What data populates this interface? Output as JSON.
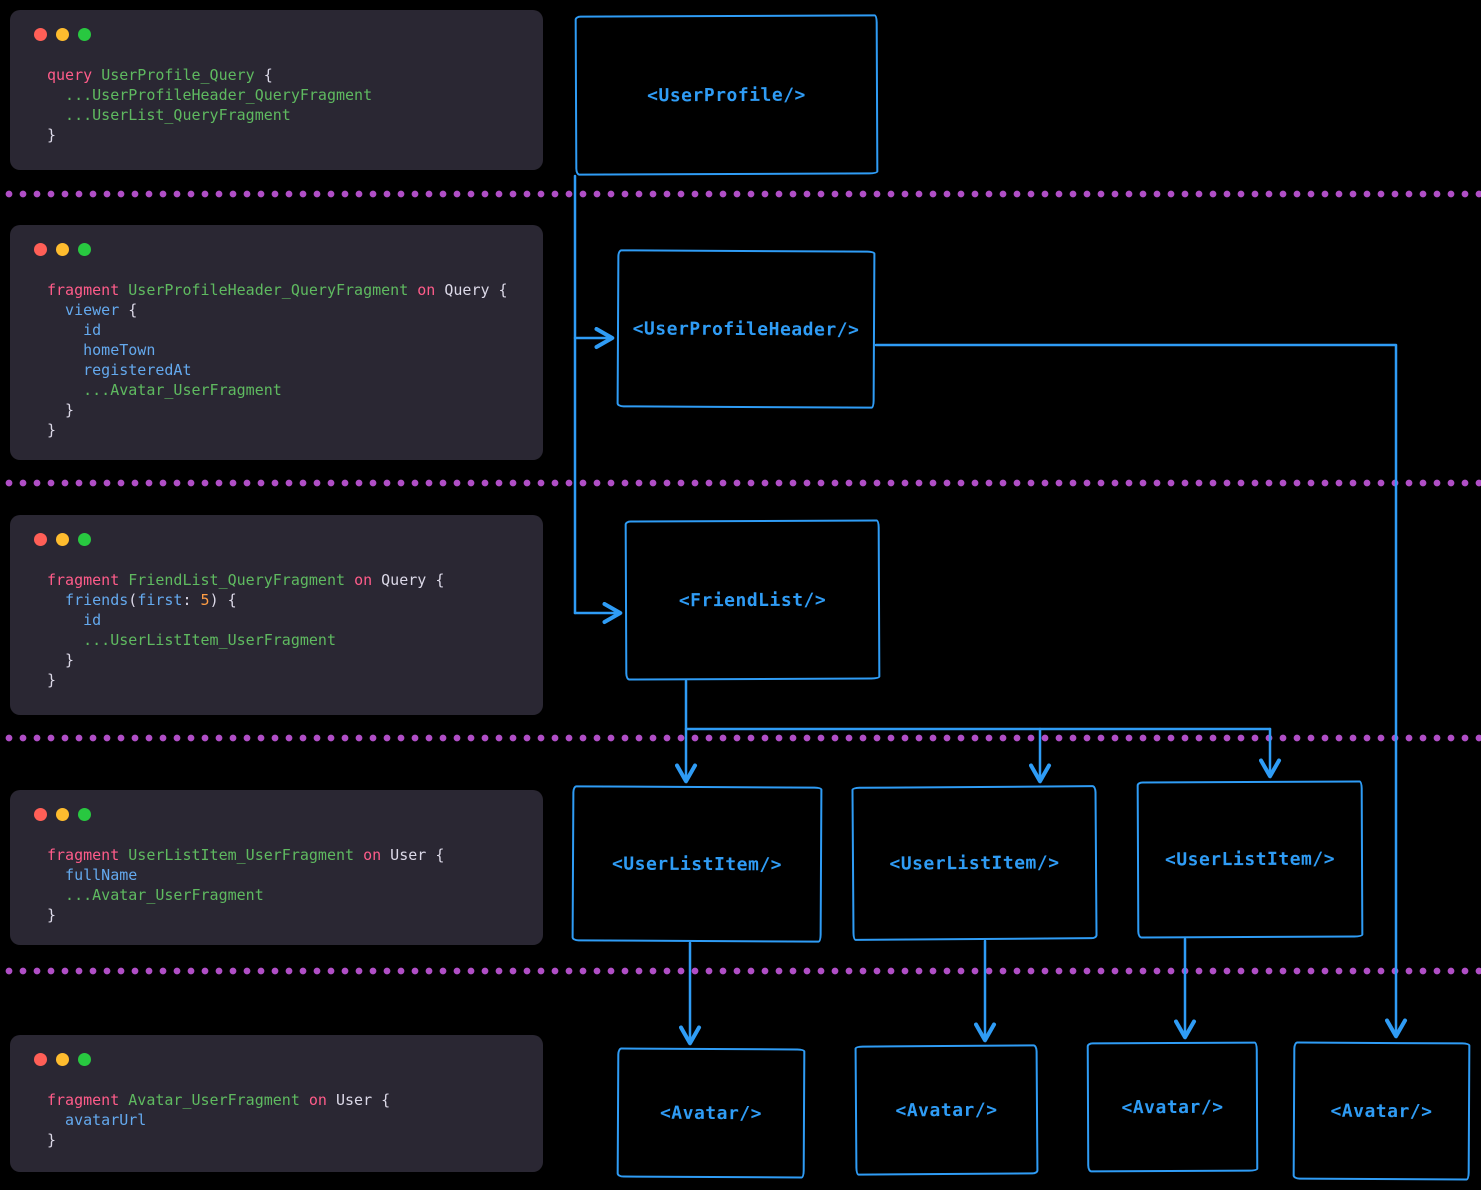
{
  "colors": {
    "background": "#000000",
    "code_block_bg": "#2a2733",
    "accent_blue": "#2f9cf5",
    "separator_purple": "#b04ec6",
    "keyword_pink": "#ff5c8a",
    "fragment_green": "#5fba60",
    "field_blue": "#64a9ee",
    "number_orange": "#ff9d45",
    "plain_text": "#dcd9e8",
    "traffic_red": "#ff5f57",
    "traffic_yellow": "#febc2e",
    "traffic_green": "#28c840"
  },
  "window_controls": [
    "close",
    "minimize",
    "zoom"
  ],
  "code_blocks": [
    {
      "id": "user-profile-query",
      "lines": [
        [
          [
            "kw",
            "query"
          ],
          [
            "pl",
            " "
          ],
          [
            "nm",
            "UserProfile_Query"
          ],
          [
            "pl",
            " {"
          ]
        ],
        [
          [
            "nm",
            "  ...UserProfileHeader_QueryFragment"
          ]
        ],
        [
          [
            "nm",
            "  ...UserList_QueryFragment"
          ]
        ],
        [
          [
            "pl",
            "}"
          ]
        ]
      ]
    },
    {
      "id": "user-profile-header-query-fragment",
      "lines": [
        [
          [
            "kw",
            "fragment"
          ],
          [
            "pl",
            " "
          ],
          [
            "nm",
            "UserProfileHeader_QueryFragment"
          ],
          [
            "pl",
            " "
          ],
          [
            "kw",
            "on"
          ],
          [
            "pl",
            " Query {"
          ]
        ],
        [
          [
            "fl",
            "  viewer"
          ],
          [
            "pl",
            " {"
          ]
        ],
        [
          [
            "fl",
            "    id"
          ]
        ],
        [
          [
            "fl",
            "    homeTown"
          ]
        ],
        [
          [
            "fl",
            "    registeredAt"
          ]
        ],
        [
          [
            "nm",
            "    ...Avatar_UserFragment"
          ]
        ],
        [
          [
            "pl",
            "  }"
          ]
        ],
        [
          [
            "pl",
            "}"
          ]
        ]
      ]
    },
    {
      "id": "friend-list-query-fragment",
      "lines": [
        [
          [
            "kw",
            "fragment"
          ],
          [
            "pl",
            " "
          ],
          [
            "nm",
            "FriendList_QueryFragment"
          ],
          [
            "pl",
            " "
          ],
          [
            "kw",
            "on"
          ],
          [
            "pl",
            " Query {"
          ]
        ],
        [
          [
            "fl",
            "  friends"
          ],
          [
            "pl",
            "("
          ],
          [
            "fl",
            "first"
          ],
          [
            "pl",
            ": "
          ],
          [
            "num",
            "5"
          ],
          [
            "pl",
            ") {"
          ]
        ],
        [
          [
            "fl",
            "    id"
          ]
        ],
        [
          [
            "nm",
            "    ...UserListItem_UserFragment"
          ]
        ],
        [
          [
            "pl",
            "  }"
          ]
        ],
        [
          [
            "pl",
            "}"
          ]
        ]
      ]
    },
    {
      "id": "user-list-item-user-fragment",
      "lines": [
        [
          [
            "kw",
            "fragment"
          ],
          [
            "pl",
            " "
          ],
          [
            "nm",
            "UserListItem_UserFragment"
          ],
          [
            "pl",
            " "
          ],
          [
            "kw",
            "on"
          ],
          [
            "pl",
            " User {"
          ]
        ],
        [
          [
            "fl",
            "  fullName"
          ]
        ],
        [
          [
            "nm",
            "  ...Avatar_UserFragment"
          ]
        ],
        [
          [
            "pl",
            "}"
          ]
        ]
      ]
    },
    {
      "id": "avatar-user-fragment",
      "lines": [
        [
          [
            "kw",
            "fragment"
          ],
          [
            "pl",
            " "
          ],
          [
            "nm",
            "Avatar_UserFragment"
          ],
          [
            "pl",
            " "
          ],
          [
            "kw",
            "on"
          ],
          [
            "pl",
            " User {"
          ]
        ],
        [
          [
            "fl",
            "  avatarUrl"
          ]
        ],
        [
          [
            "pl",
            "}"
          ]
        ]
      ]
    }
  ],
  "components": [
    {
      "id": "user-profile",
      "label": "<UserProfile/>"
    },
    {
      "id": "user-profile-header",
      "label": "<UserProfileHeader/>"
    },
    {
      "id": "friend-list",
      "label": "<FriendList/>"
    },
    {
      "id": "user-list-item-1",
      "label": "<UserListItem/>"
    },
    {
      "id": "user-list-item-2",
      "label": "<UserListItem/>"
    },
    {
      "id": "user-list-item-3",
      "label": "<UserListItem/>"
    },
    {
      "id": "avatar-1",
      "label": "<Avatar/>"
    },
    {
      "id": "avatar-2",
      "label": "<Avatar/>"
    },
    {
      "id": "avatar-3",
      "label": "<Avatar/>"
    },
    {
      "id": "avatar-4",
      "label": "<Avatar/>"
    }
  ]
}
